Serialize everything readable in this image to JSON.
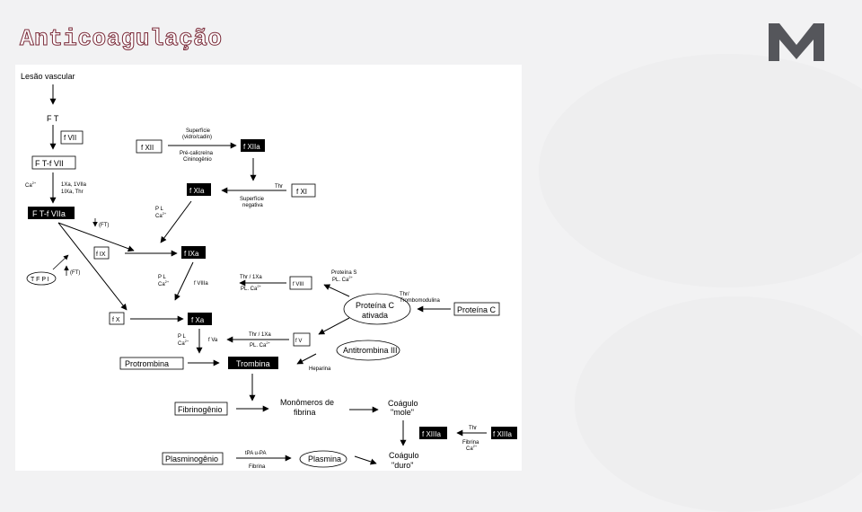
{
  "slide": {
    "title": "Anticoagulação",
    "logo_icon": "m-logo-icon"
  },
  "diagram": {
    "lesao": "Lesão vascular",
    "ft": "F T",
    "fvii": "f VII",
    "ft_fvii": "F T-f VII",
    "ca1": "Ca",
    "ca1_sup": "2+",
    "lbl_1xa_1": "1Xa, 1VIIa",
    "lbl_1xa_2": "1IXa, Thr",
    "ft_fviia": "F T-f VIIa",
    "ft_inh1": "(FT)",
    "ft_inh2": "(FT)",
    "tfpi": "T F P I",
    "fxii": "f XII",
    "sup1": "Superfície",
    "sup2": "(vidro/cadin)",
    "pre1": "Pré-calicreína",
    "pre2": "Cininogênio",
    "fxiia": "f XIIa",
    "fxia": "f XIa",
    "thr1": "Thr",
    "fxi": "f XI",
    "sneg1": "Superfície",
    "sneg2": "negativa",
    "pl1": "P L",
    "ca2": "Ca",
    "ca2_sup": "2+",
    "fix": "f IX",
    "fixa": "f IXa",
    "pl2": "P L",
    "ca3": "Ca",
    "ca3_sup": "2+",
    "fviiia": "f VIIIa",
    "thr1xa": "Thr / 1Xa",
    "plca1": "PL. Ca",
    "plca1_sup": "2+",
    "fviii": "f  VIII",
    "ps1": "Proteína S",
    "ps2": "PL. Ca",
    "ps2_sup": "2+",
    "thr_tm1": "Thr/",
    "thr_tm2": "Trombomodulina",
    "pca1": "Proteína C",
    "pca2": "ativada",
    "proteina_c": "Proteína C",
    "fx": "f X",
    "fxa": "f Xa",
    "pl3": "P L",
    "ca4": "Ca",
    "ca4_sup": "2+",
    "fva": "f  Va",
    "thr1xa2": "Thr / 1Xa",
    "plca2": "PL. Ca",
    "plca2_sup": "2+",
    "fv": "f  V",
    "antitrombina": "Antitrombina III",
    "protrombina": "Protrombina",
    "trombina": "Trombina",
    "heparina": "Heparina",
    "fibrinogenio": "Fibrinogênio",
    "mono1": "Monômeros de",
    "mono2": "fibrina",
    "coag_mole1": "Coágulo",
    "coag_mole2": "\"mole\"",
    "fxiiia_a": "f XIIIa",
    "thr2": "Thr",
    "fibrina_ca1": "Fibrina",
    "fibrina_ca2": "Ca",
    "fibrina_ca2_sup": "2+",
    "fxiiia_b": "f XIIIa",
    "plasminogenio": "Plasminogênio",
    "tpa": "tPA u-PA",
    "fibrina": "Fibrina",
    "plasmina": "Plasmina",
    "coag_duro1": "Coágulo",
    "coag_duro2": "\"duro\""
  }
}
